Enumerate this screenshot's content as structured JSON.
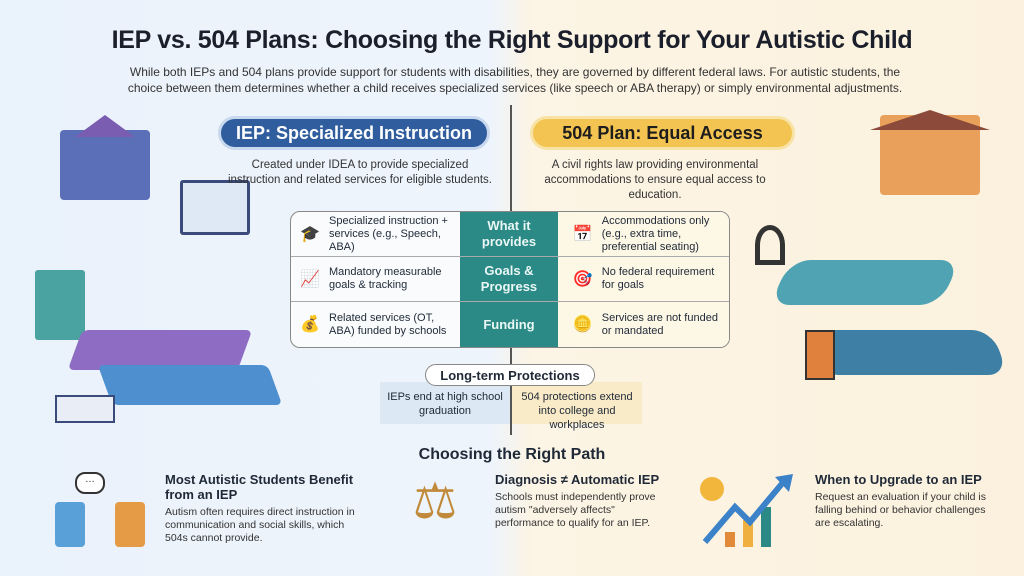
{
  "title": "IEP vs. 504 Plans: Choosing the Right Support for Your Autistic Child",
  "subtitle": "While both IEPs and 504 plans provide support for students with disabilities, they are governed by different federal laws. For autistic students, the choice between them determines whether a child receives specialized services (like speech or ABA therapy) or simply environmental adjustments.",
  "colors": {
    "iep": "#2f5d9e",
    "plan504": "#f3c451",
    "teal": "#2b8a86"
  },
  "iep": {
    "heading": "IEP: Specialized Instruction",
    "description": "Created under IDEA to provide specialized instruction and related services for eligible students."
  },
  "plan504": {
    "heading": "504 Plan: Equal Access",
    "description": "A civil rights law providing environmental accommodations to ensure equal access to education."
  },
  "comparison": [
    {
      "category": "What it provides",
      "iep": "Specialized instruction + services (e.g., Speech, ABA)",
      "iep_icon": "graduation-group-icon",
      "plan504": "Accommodations only (e.g., extra time, preferential seating)",
      "plan504_icon": "calendar-pencil-icon"
    },
    {
      "category": "Goals & Progress",
      "iep": "Mandatory measurable goals & tracking",
      "iep_icon": "chart-up-icon",
      "plan504": "No federal requirement for goals",
      "plan504_icon": "target-icon"
    },
    {
      "category": "Funding",
      "iep": "Related services (OT, ABA) funded by schools",
      "iep_icon": "money-bag-hand-icon",
      "plan504": "Services are not funded or mandated",
      "plan504_icon": "coin-hand-icon"
    }
  ],
  "long_term": {
    "title": "Long-term Protections",
    "iep": "IEPs end at high school graduation",
    "plan504": "504 protections extend into college and workplaces"
  },
  "path": {
    "heading": "Choosing the Right Path",
    "cards": [
      {
        "title": "Most Autistic Students Benefit from an IEP",
        "body": "Autism often requires direct instruction in communication and social skills, which 504s cannot provide.",
        "icon": "conversation-icon"
      },
      {
        "title": "Diagnosis ≠ Automatic IEP",
        "body": "Schools must independently prove autism \"adversely affects\" performance to qualify for an IEP.",
        "icon": "scales-icon"
      },
      {
        "title": "When to Upgrade to an IEP",
        "body": "Request an evaluation if your child is falling behind or behavior challenges are escalating.",
        "icon": "rising-chart-icon"
      }
    ]
  }
}
